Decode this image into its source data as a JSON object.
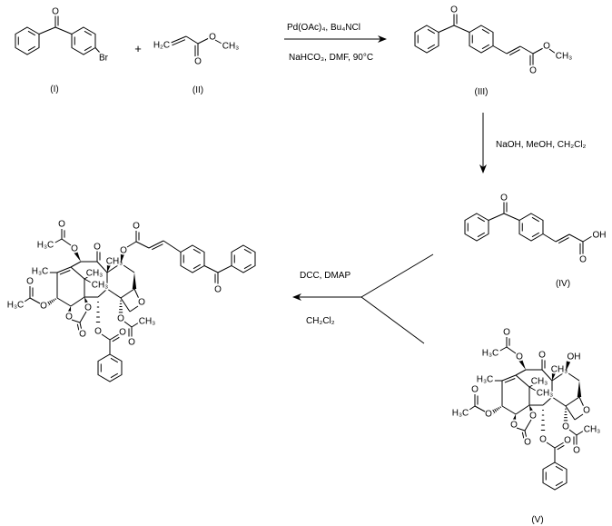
{
  "compounds": {
    "I": "(I)",
    "II": "(II)",
    "III": "(III)",
    "IV": "(IV)",
    "V": "(V)"
  },
  "plus": "+",
  "step1": {
    "above": "Pd(OAc)₄, Bu₄NCl",
    "below": "NaHCO₃, DMF, 90°C"
  },
  "step2": {
    "reagents": "NaOH, MeOH, CH₂Cl₂"
  },
  "step3": {
    "above": "DCC, DMAP",
    "below": "CH₂Cl₂"
  },
  "atoms": {
    "O": "O",
    "Br": "Br",
    "H2C": "H₂C",
    "CH3": "CH₃",
    "H3C": "H₃C",
    "OH": "OH"
  }
}
